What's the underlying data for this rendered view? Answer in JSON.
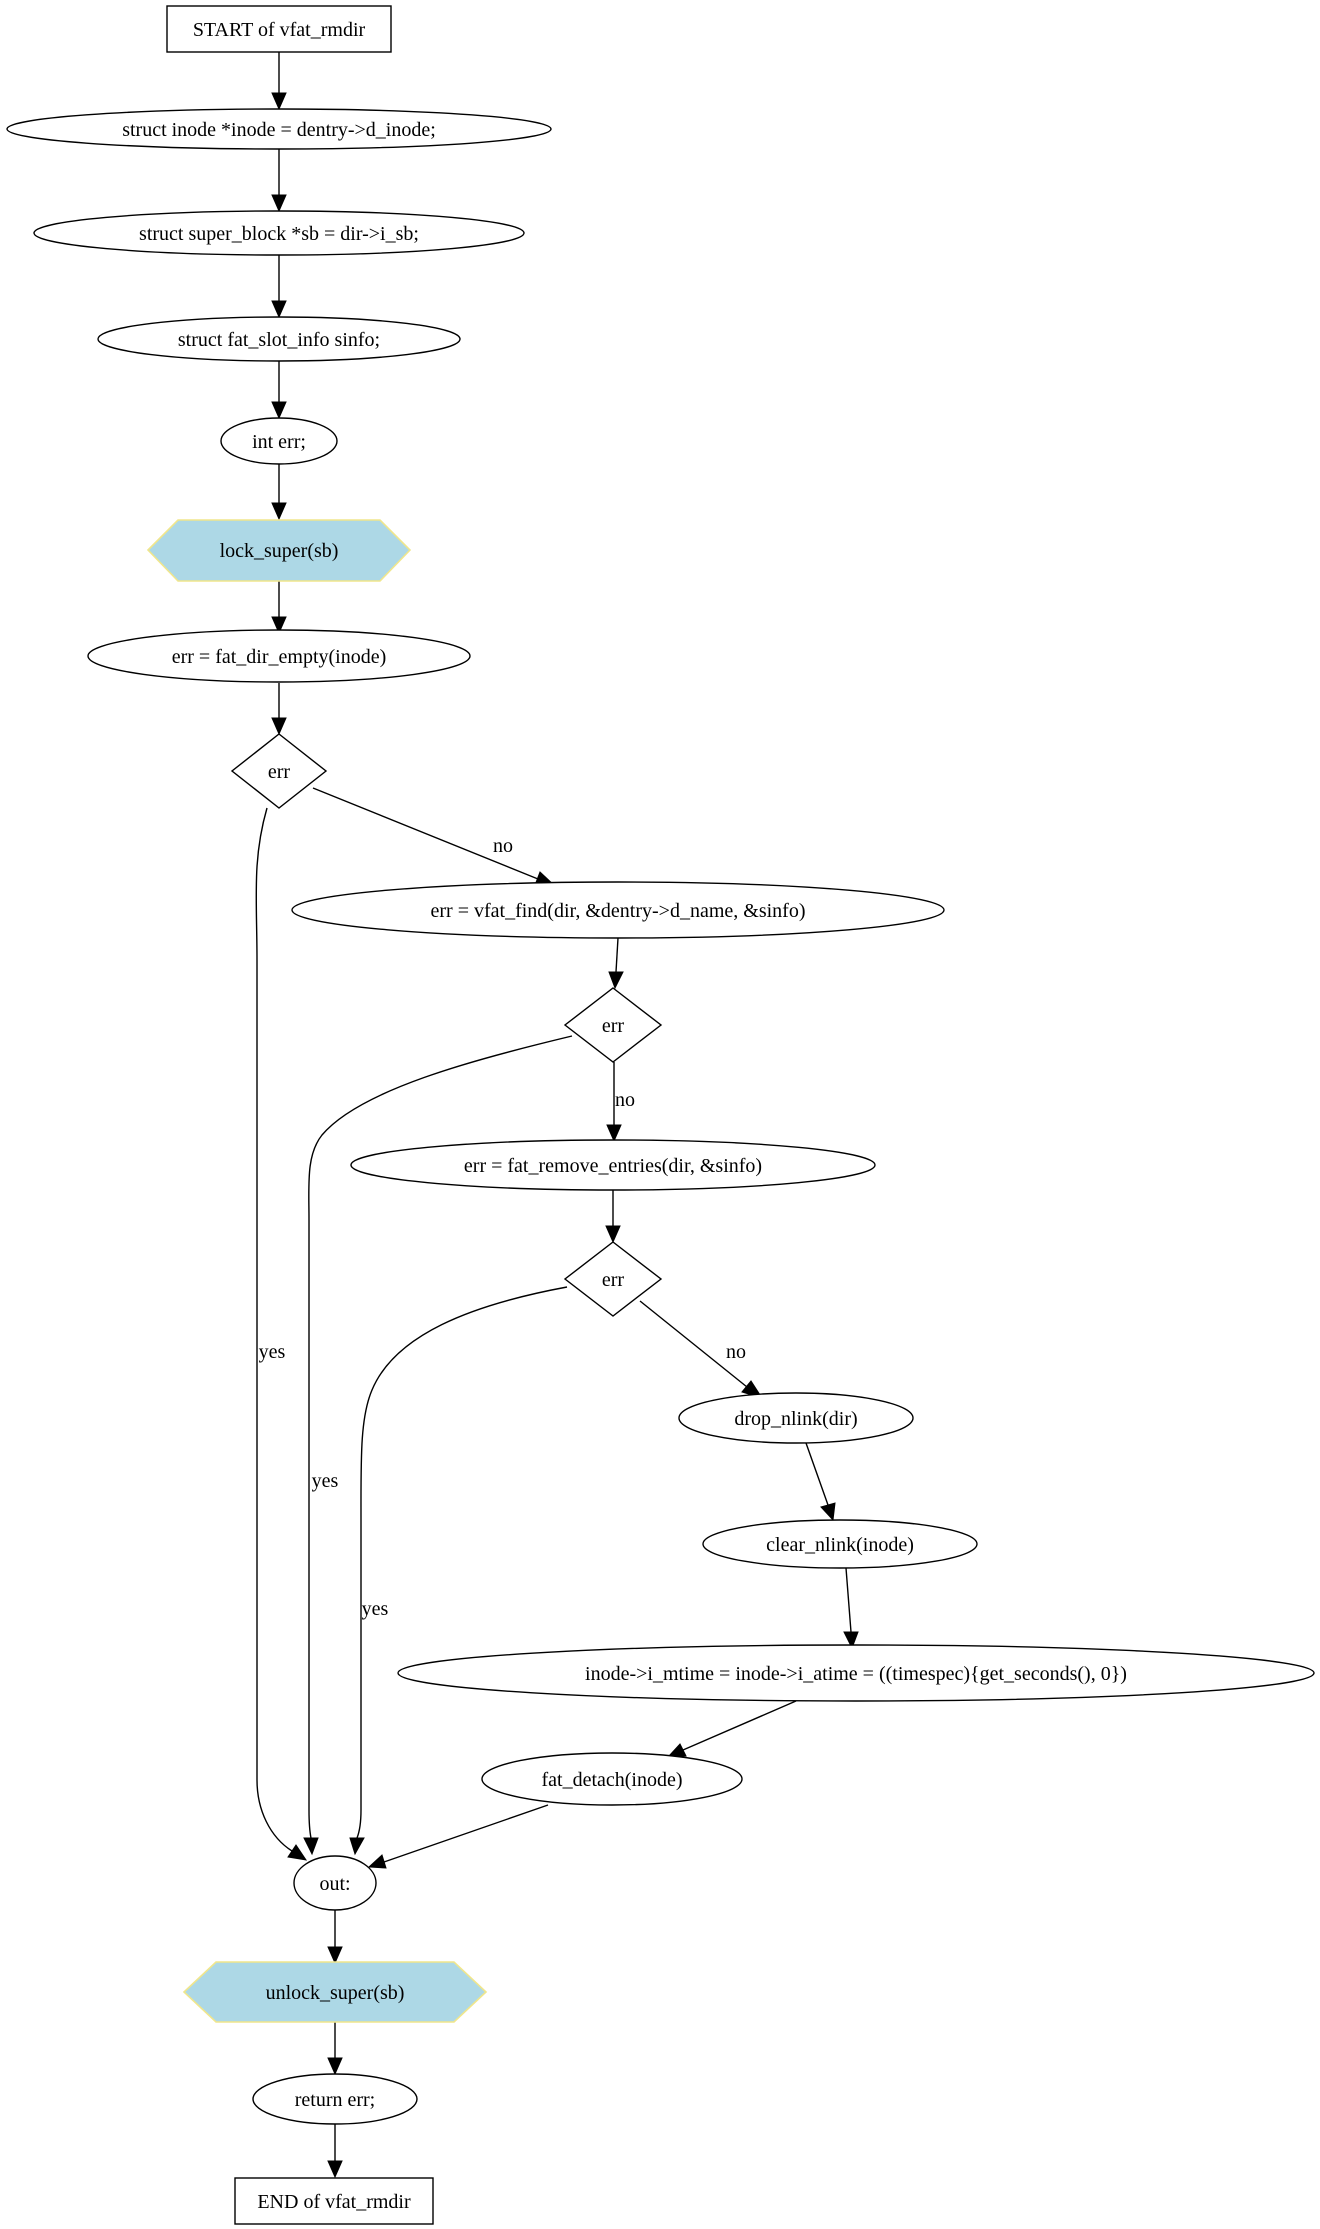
{
  "colors": {
    "default_fill": "#ffffff",
    "stroke": "#000000",
    "highlight_fill": "#add8e6",
    "highlight_stroke": "#f0e68c"
  },
  "nodes": {
    "start": {
      "label": "START of vfat_rmdir",
      "shape": "box"
    },
    "inode_decl": {
      "label": "struct inode *inode = dentry->d_inode;",
      "shape": "ellipse"
    },
    "sb_decl": {
      "label": "struct super_block *sb = dir->i_sb;",
      "shape": "ellipse"
    },
    "sinfo_decl": {
      "label": "struct fat_slot_info sinfo;",
      "shape": "ellipse"
    },
    "err_decl": {
      "label": "int err;",
      "shape": "ellipse"
    },
    "lock_super": {
      "label": "lock_super(sb)",
      "shape": "hexagon"
    },
    "dir_empty": {
      "label": "err = fat_dir_empty(inode)",
      "shape": "ellipse"
    },
    "cond1": {
      "label": "err",
      "shape": "diamond"
    },
    "vfat_find": {
      "label": "err = vfat_find(dir, &dentry->d_name, &sinfo)",
      "shape": "ellipse"
    },
    "cond2": {
      "label": "err",
      "shape": "diamond"
    },
    "remove_entries": {
      "label": "err = fat_remove_entries(dir, &sinfo)",
      "shape": "ellipse"
    },
    "cond3": {
      "label": "err",
      "shape": "diamond"
    },
    "drop_nlink": {
      "label": "drop_nlink(dir)",
      "shape": "ellipse"
    },
    "clear_nlink": {
      "label": "clear_nlink(inode)",
      "shape": "ellipse"
    },
    "mtime": {
      "label": "inode->i_mtime = inode->i_atime = ((timespec){get_seconds(), 0})",
      "shape": "ellipse"
    },
    "fat_detach": {
      "label": "fat_detach(inode)",
      "shape": "ellipse"
    },
    "out": {
      "label": "out:",
      "shape": "ellipse"
    },
    "unlock_super": {
      "label": "unlock_super(sb)",
      "shape": "hexagon"
    },
    "return_err": {
      "label": "return err;",
      "shape": "ellipse"
    },
    "end": {
      "label": "END of vfat_rmdir",
      "shape": "box"
    }
  },
  "edges": {
    "cond1_no": {
      "from": "cond1",
      "to": "vfat_find",
      "label": "no"
    },
    "cond1_yes": {
      "from": "cond1",
      "to": "out",
      "label": "yes"
    },
    "cond2_no": {
      "from": "cond2",
      "to": "remove_entries",
      "label": "no"
    },
    "cond2_yes": {
      "from": "cond2",
      "to": "out",
      "label": "yes"
    },
    "cond3_no": {
      "from": "cond3",
      "to": "drop_nlink",
      "label": "no"
    },
    "cond3_yes": {
      "from": "cond3",
      "to": "out",
      "label": "yes"
    }
  }
}
